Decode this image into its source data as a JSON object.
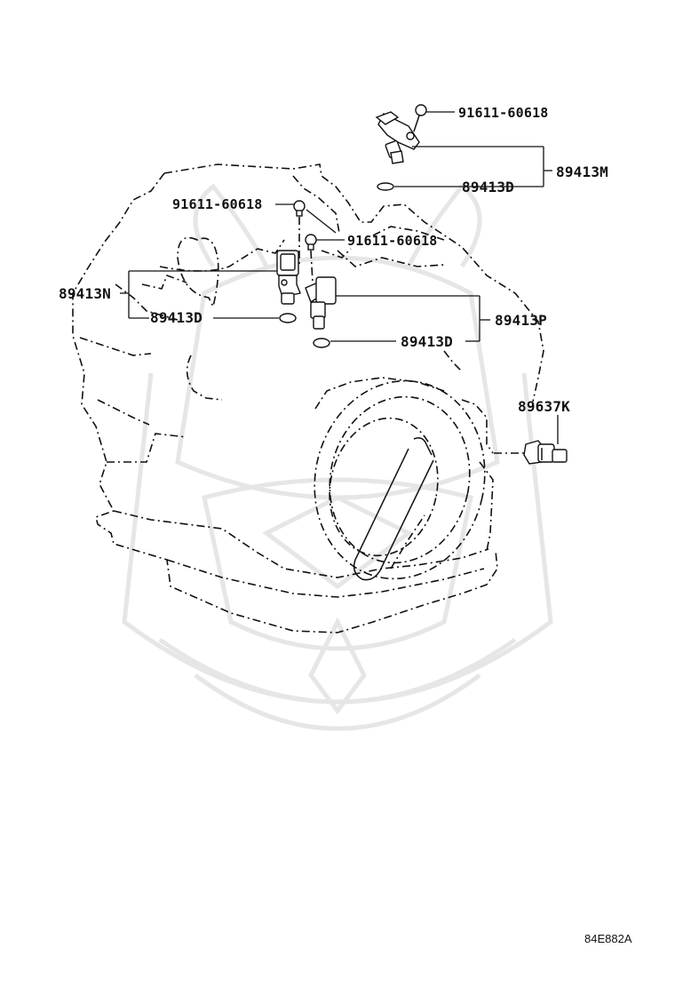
{
  "diagram": {
    "callouts": {
      "bolt_top": "91611-60618",
      "sensor_m": "89413M",
      "oring_m": "89413D",
      "bolt_left": "91611-60618",
      "bolt_mid": "91611-60618",
      "sensor_n": "89413N",
      "oring_n": "89413D",
      "sensor_p": "89413P",
      "oring_p": "89413D",
      "sensor_k": "89637K"
    },
    "reference_code": "84E882A"
  }
}
